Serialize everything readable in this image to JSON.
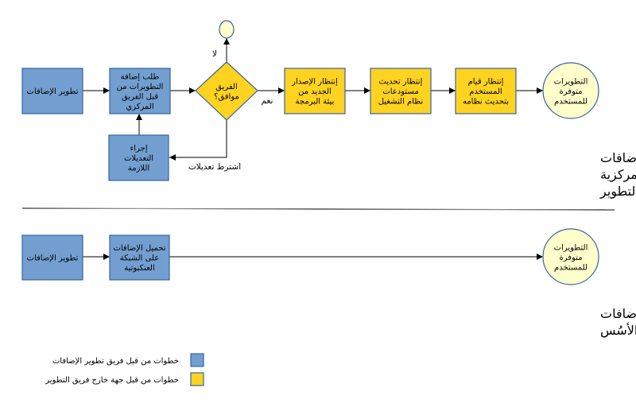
{
  "colors": {
    "team_fill": "#729fcf",
    "team_stroke": "#3465a4",
    "external_fill": "#ffd320",
    "external_stroke": "#3465a4",
    "terminal_fill": "#ffffcc",
    "terminal_stroke": "#3465a4",
    "line": "#000000"
  },
  "section1": {
    "title_lines": [
      "خطوات تطوير إضافات",
      "خارجية في لغة مركزية",
      "التطوير"
    ],
    "nodes": {
      "develop": [
        "تطوير الإضافات"
      ],
      "request": [
        "طلب إضافة",
        "التطويرات من",
        "قبل الفريق",
        "المركزي"
      ],
      "decision": [
        "الفريق",
        "موافق؟"
      ],
      "modify": [
        "إجراء",
        "التعديلات",
        "اللازمة"
      ],
      "wait_release": [
        "إنتظار الإصدار",
        "الجديد من",
        "بيئة البرمجة"
      ],
      "wait_repos": [
        "إنتظار تحديث",
        "مستودعات",
        "نظام التشغيل"
      ],
      "wait_user": [
        "إنتظار قيام",
        "المستخدم",
        "بتحديث نظامه"
      ],
      "available": [
        "التطويرات",
        "متوفرة",
        "للمستخدم"
      ]
    },
    "edge_labels": {
      "no": "لا",
      "yes": "نعم",
      "conditional": "اشترط تعديلات"
    }
  },
  "section2": {
    "title_lines": [
      "خطوات تطوير إضافات",
      "خارجية في لغة الأسُس"
    ],
    "nodes": {
      "develop": [
        "تطوير الإضافات"
      ],
      "upload": [
        "تحميل الإضافات",
        "على الشبكة",
        "العنكبوتية"
      ],
      "available": [
        "التطويرات",
        "متوفرة",
        "للمستخدم"
      ]
    }
  },
  "legend": [
    {
      "label": "خطوات من قبل فريق تطوير الإضافات",
      "kind": "team"
    },
    {
      "label": "خطوات من قبل جهة خارج فريق التطوير",
      "kind": "external"
    }
  ]
}
